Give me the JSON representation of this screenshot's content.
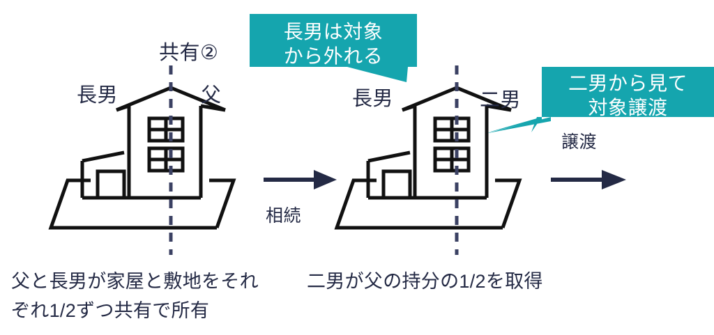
{
  "diagram": {
    "title_text": "共有②",
    "accent_teal": "#15a5ae",
    "ink_navy": "#242a45",
    "line_black": "#111111",
    "callouts": [
      {
        "id": "callout-eldest-son-excluded",
        "text": "長男は対象\nから外れる"
      },
      {
        "id": "callout-second-son-transfer",
        "text": "二男から見て\n対象譲渡"
      }
    ],
    "steps": [
      {
        "id": "step-before",
        "share_label": "共有②",
        "label_left": "長男",
        "label_right": "父",
        "caption": "父と長男が家屋と敷地をそれ\nぞれ1/2ずつ共有で所有"
      },
      {
        "id": "step-after",
        "label_left": "長男",
        "label_right": "二男",
        "caption": "二男が父の持分の1/2を取得"
      }
    ],
    "arrows": [
      {
        "id": "arrow-inheritance",
        "label": "相続"
      },
      {
        "id": "arrow-transfer",
        "label": "譲渡"
      }
    ]
  }
}
